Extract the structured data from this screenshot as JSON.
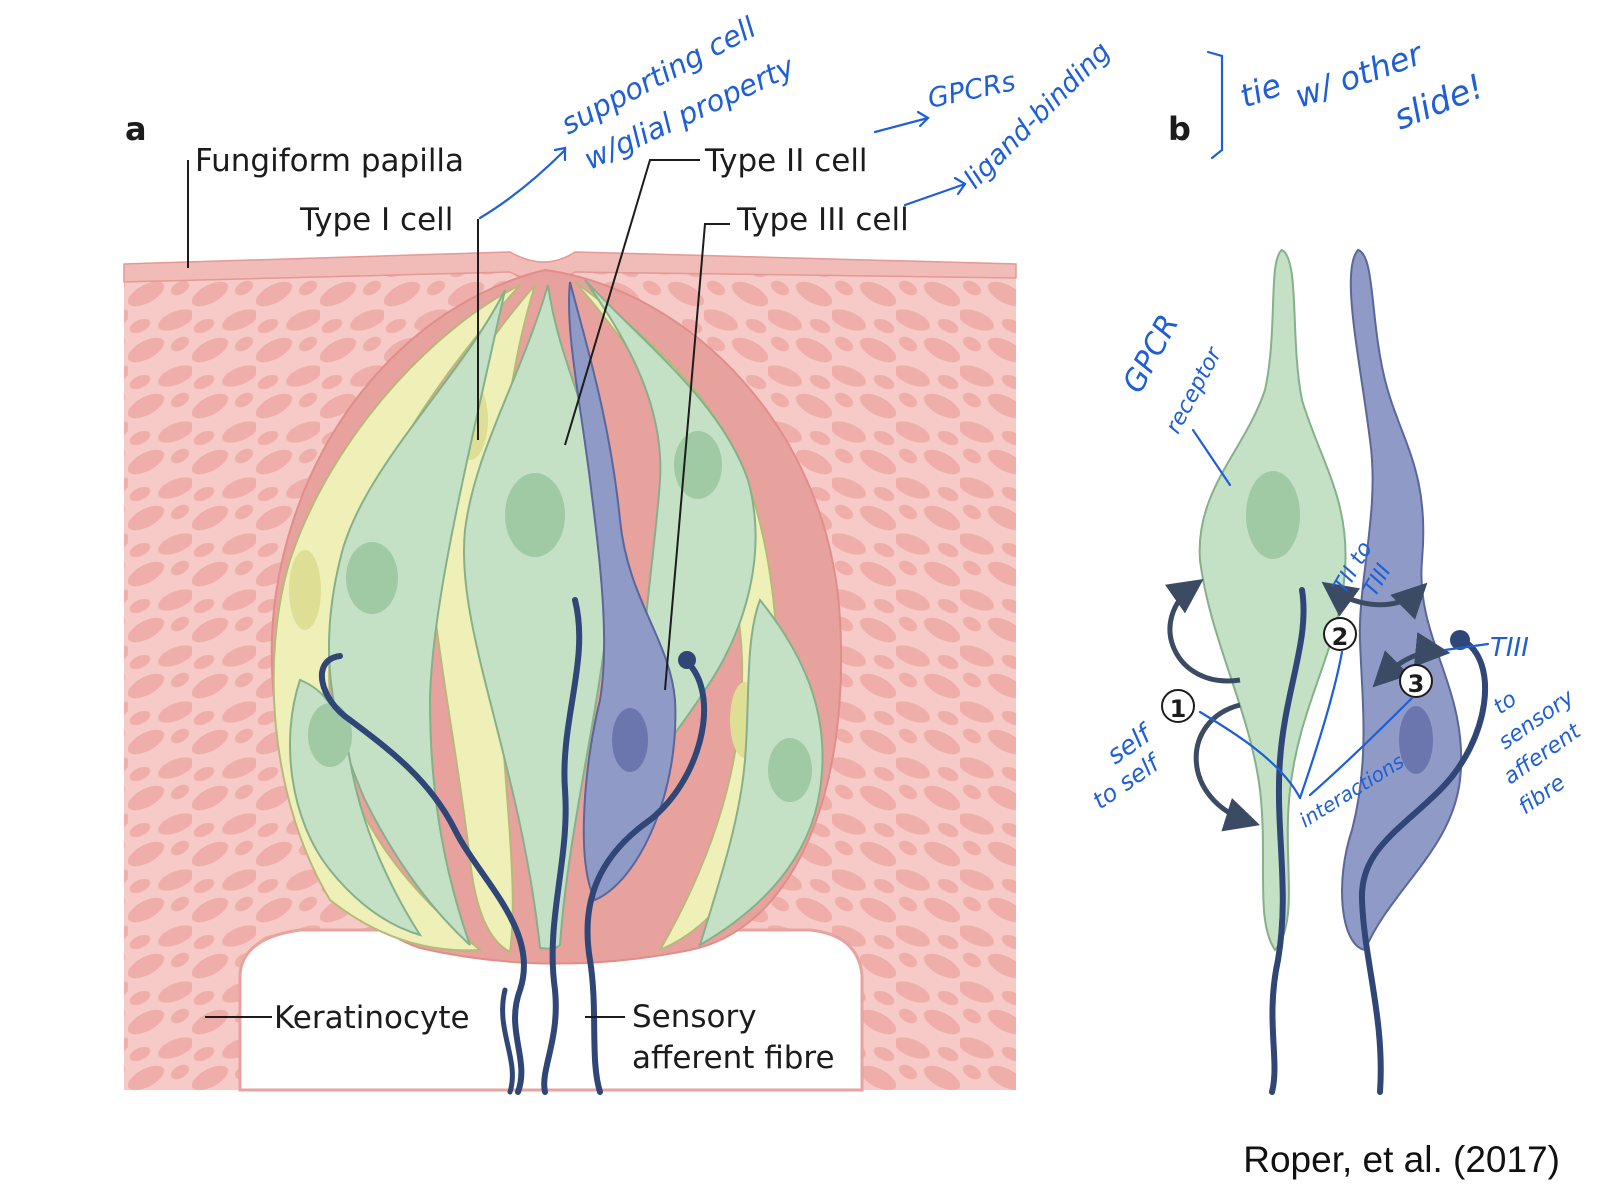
{
  "panels": {
    "a": "a",
    "b": "b"
  },
  "labels": {
    "fungiform_papilla": "Fungiform papilla",
    "type_i_cell": "Type I cell",
    "type_ii_cell": "Type II cell",
    "type_iii_cell": "Type III cell",
    "keratinocyte": "Keratinocyte",
    "sensory_line1": "Sensory",
    "sensory_line2": "afferent fibre"
  },
  "interaction_numbers": {
    "one": "1",
    "two": "2",
    "three": "3"
  },
  "annotations": {
    "supporting_line1": "supporting cell",
    "supporting_line2": "w/glial property",
    "gpcrs": "GPCRs",
    "ligand_binding": "ligand-binding",
    "tie_line1": "tie",
    "tie_line2": "w/ other",
    "tie_line3": "slide!",
    "gpcr_line1": "GPCR",
    "gpcr_line2": "receptor",
    "self_line1": "self",
    "self_line2": "to self",
    "tii_line1": "TII to",
    "tii_line2": "TIII",
    "interactions": "interactions",
    "tiii": "TIII",
    "sensory_note_line1": "to",
    "sensory_note_line2": "sensory",
    "sensory_note_line3": "afferent",
    "sensory_note_line4": "fibre"
  },
  "citation": "Roper, et al. (2017)",
  "colors": {
    "tissue": "#f4c6c2",
    "tissue_cell": "#efb0ab",
    "bud_interior": "#e89a96",
    "type_i": "#eef0b8",
    "type_ii": "#c4e1c6",
    "type_iii": "#8f9ac6",
    "nerve": "#2f4677",
    "handwriting": "#1f5fd6"
  }
}
